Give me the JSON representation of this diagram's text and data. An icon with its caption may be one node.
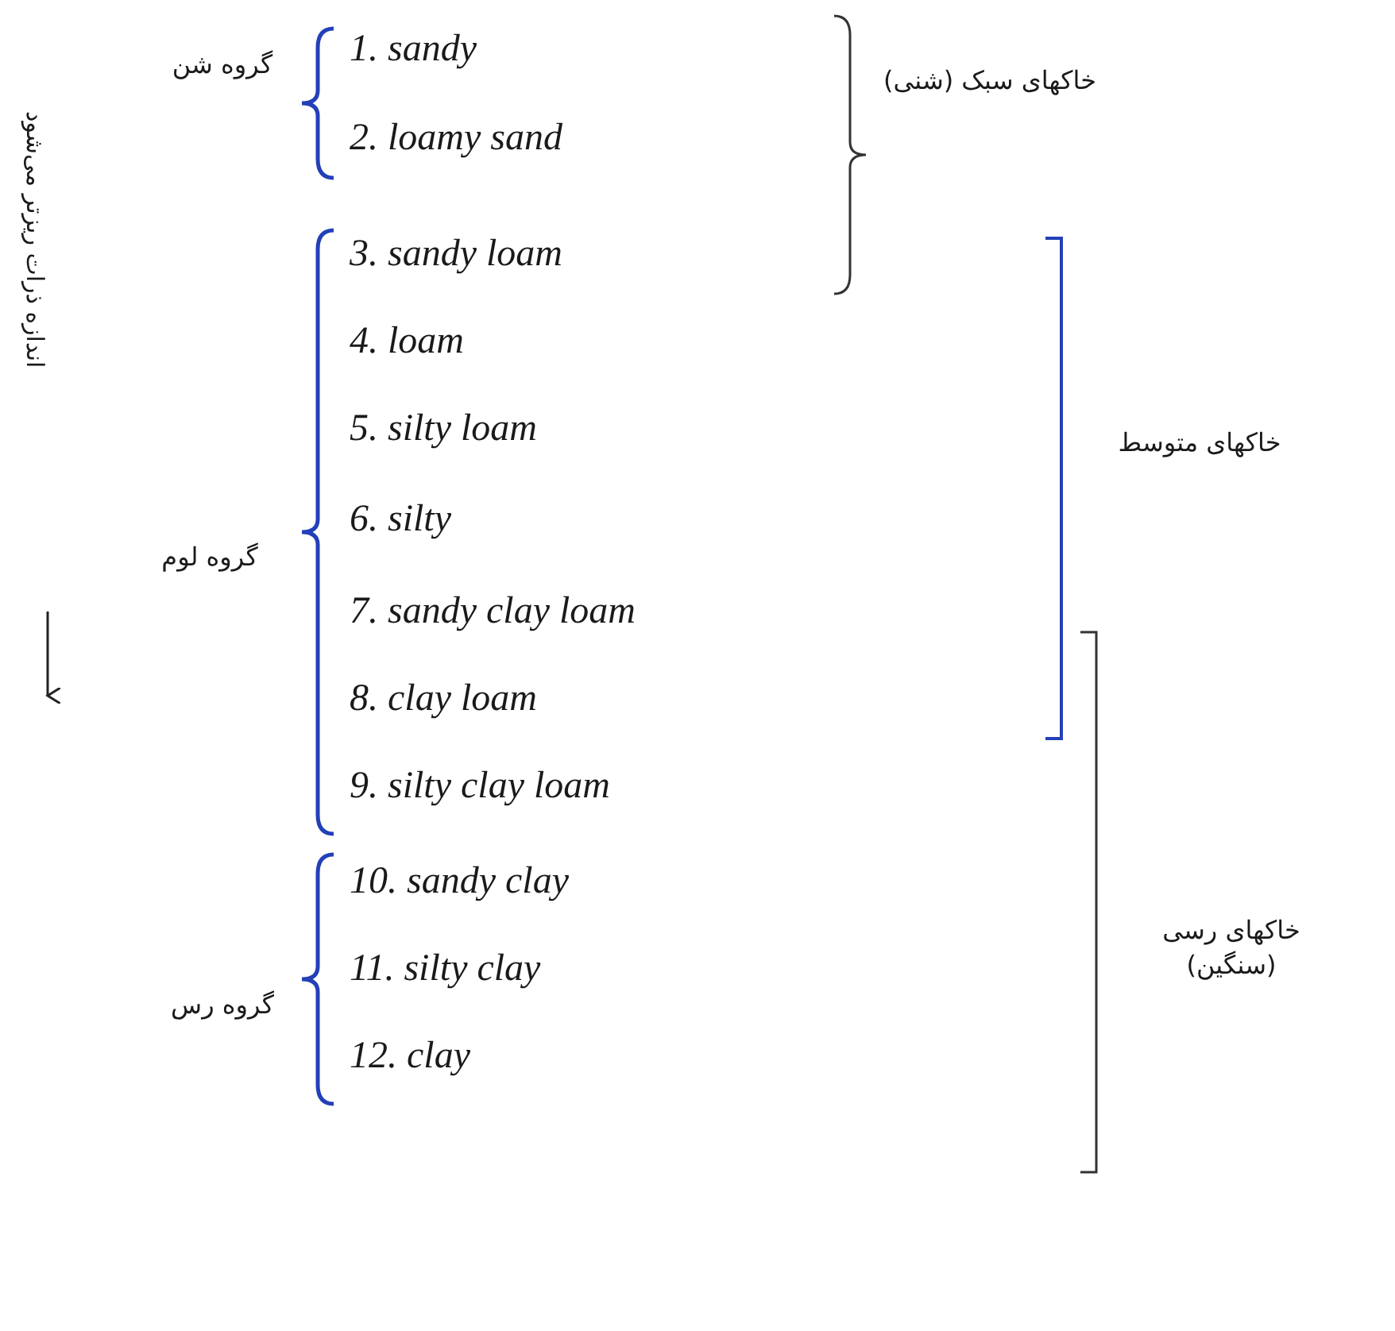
{
  "diagram": {
    "labels": [
      "گروه شن",
      "1. sandy",
      "2. loamy sand",
      "خاکهای سبک (شنی)",
      "3. sandy loam",
      "4. loam",
      "خاکهای متوسط",
      "5. silty loam",
      "اندازه ذرات ریزتر می‌شود",
      "گروه لوم",
      "6. silty",
      "7. sandy clay loam",
      "8. clay loam",
      "9. silty clay loam",
      "خاکهای رسی (سنگین)",
      "10. sandy clay",
      "گروه رس",
      "11. silty clay",
      "12. clay"
    ]
  }
}
